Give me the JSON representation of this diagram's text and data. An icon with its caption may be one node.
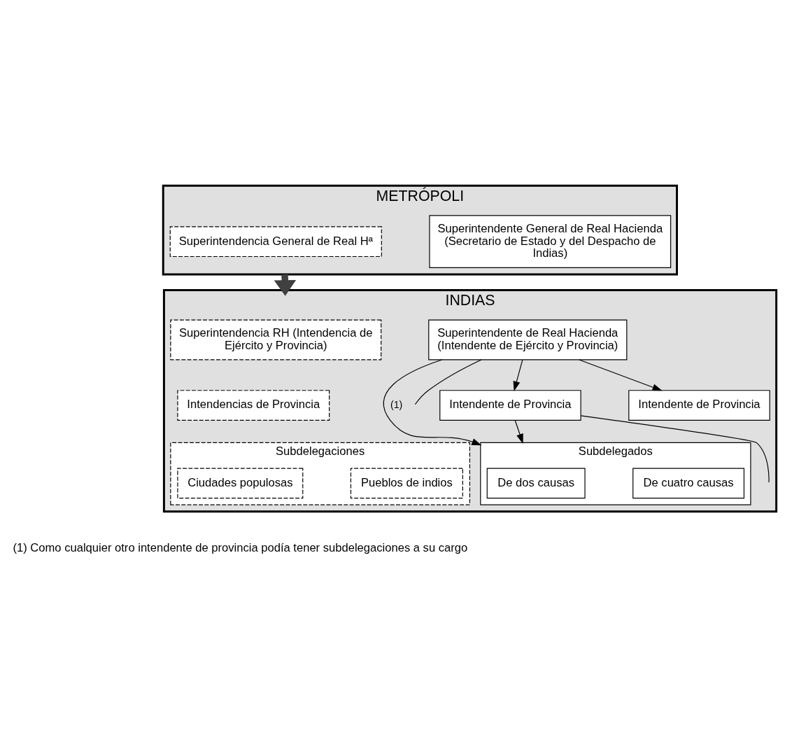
{
  "diagram": {
    "nodes": [
      {
        "text": [
          "METRÓPOLI"
        ]
      },
      {
        "text": [
          "Superintendencia General de Real Hª"
        ],
        "in": 0
      },
      {
        "text": [
          "Superintendente General de Real Hacienda (Secretario de Estado y del Despacho de Indias)"
        ],
        "in": 0
      },
      {
        "text": [
          "INDIAS"
        ]
      },
      {
        "text": [
          "Superintendencia RH (Intendencia de Ejército y Provincia)"
        ],
        "in": 3
      },
      {
        "text": [
          "Superintendente de Real Hacienda (Intendente de Ejército y Provincia)"
        ],
        "in": 3
      },
      {
        "text": [
          "Intendencias de Provincia"
        ],
        "in": 3
      },
      {
        "text": [
          "Intendente de Provincia"
        ],
        "in": 3
      },
      {
        "text": [
          "Intendente de Provincia"
        ],
        "in": 3
      },
      {
        "text": [
          "Subdelegaciones"
        ],
        "in": 3
      },
      {
        "text": [
          "Ciudades populosas"
        ],
        "in": 9
      },
      {
        "text": [
          "Pueblos de indios"
        ],
        "in": 9
      },
      {
        "text": [
          "Subdelegados"
        ],
        "in": 3
      },
      {
        "text": [
          "De dos causas"
        ],
        "in": 12
      },
      {
        "text": [
          "De cuatro causas"
        ],
        "in": 12
      }
    ],
    "edges": [
      {
        "from": 0,
        "to": 3,
        "arrow": "to",
        "style": "thick",
        "color": "#404040"
      },
      {
        "from": 5,
        "to": 7,
        "arrow": "to"
      },
      {
        "from": 5,
        "to": 8,
        "arrow": "to"
      },
      {
        "from": 5,
        "to": null,
        "arrow": "none"
      },
      {
        "from": 5,
        "to": 12,
        "arrow": "to",
        "label": "(1)"
      },
      {
        "from": 7,
        "to": 12,
        "arrow": "to"
      },
      {
        "from": 7,
        "to": null,
        "arrow": "none"
      }
    ],
    "labels": [
      "(1) Como cualquier otro intendente de provincia podía tener subdelegaciones a su cargo"
    ]
  }
}
